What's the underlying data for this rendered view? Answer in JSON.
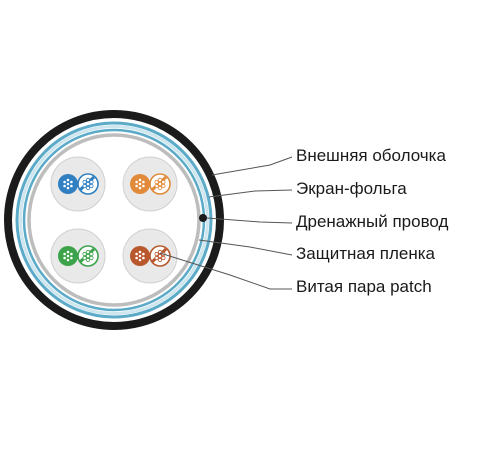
{
  "diagram": {
    "labels": [
      "Внешняя оболочка",
      "Экран-фольга",
      "Дренажный провод",
      "Защитная пленка",
      "Витая пара patch"
    ]
  },
  "colors": {
    "outer_jacket": "#1b1b1b",
    "shield_blue": "#5aaac8",
    "shield_light": "#cfe6ee",
    "film": "#bdbdbd",
    "core_fill": "#e9e9e9",
    "pair_blue": "#2f7fc1",
    "pair_orange": "#e08a3a",
    "pair_green": "#3ca34a",
    "pair_brown": "#b8582c",
    "leader_line": "#555555"
  },
  "pairs": [
    {
      "name": "blue",
      "color_key": "pair_blue"
    },
    {
      "name": "orange",
      "color_key": "pair_orange"
    },
    {
      "name": "green",
      "color_key": "pair_green"
    },
    {
      "name": "brown",
      "color_key": "pair_brown"
    }
  ]
}
